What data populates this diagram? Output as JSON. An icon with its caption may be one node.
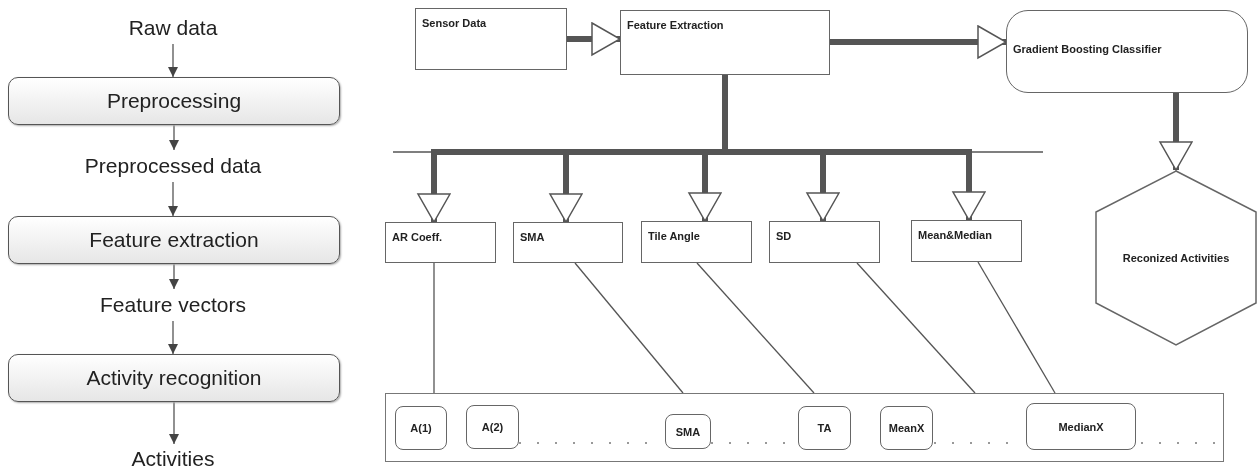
{
  "diagram": {
    "nodes": [
      {
        "text": [
          "Raw data"
        ]
      },
      {
        "text": [
          "Preprocessing"
        ]
      },
      {
        "text": [
          "Preprocessed data"
        ]
      },
      {
        "text": [
          "Feature extraction"
        ]
      },
      {
        "text": [
          "Feature vectors"
        ]
      },
      {
        "text": [
          "Activity recognition"
        ]
      },
      {
        "text": [
          "Activities"
        ]
      },
      {
        "text": [
          "Sensor Data"
        ]
      },
      {
        "text": [
          "Feature Extraction"
        ]
      },
      {
        "text": [
          "Gradient Boosting Classifier"
        ]
      },
      {
        "text": [
          "Reconized Activities"
        ]
      },
      {
        "text": [
          "AR Coeff."
        ]
      },
      {
        "text": [
          "SMA"
        ]
      },
      {
        "text": [
          "Tile Angle"
        ]
      },
      {
        "text": [
          "SD"
        ]
      },
      {
        "text": [
          "Mean&Median"
        ]
      },
      {
        "text": [],
        "shape": "box"
      },
      {
        "text": [
          "A(1)"
        ],
        "in": 16
      },
      {
        "text": [
          "A(2)"
        ],
        "in": 16
      },
      {
        "text": [
          "SMA"
        ],
        "in": 16
      },
      {
        "text": [
          "TA"
        ],
        "in": 16
      },
      {
        "text": [
          "MeanX"
        ],
        "in": 16
      },
      {
        "text": [
          "MedianX"
        ],
        "in": 16
      }
    ],
    "edges": [
      {
        "from": 0,
        "to": 1,
        "arrow": "to"
      },
      {
        "from": 1,
        "to": 2,
        "arrow": "to"
      },
      {
        "from": 2,
        "to": 3,
        "arrow": "to"
      },
      {
        "from": 3,
        "to": 4,
        "arrow": "to"
      },
      {
        "from": 4,
        "to": 5,
        "arrow": "to"
      },
      {
        "from": 5,
        "to": 6,
        "arrow": "to"
      },
      {
        "from": 7,
        "to": 8,
        "arrow": "to",
        "style": "thick"
      },
      {
        "from": 8,
        "to": 9,
        "arrow": "to",
        "style": "thick"
      },
      {
        "from": 9,
        "to": 10,
        "arrow": "to",
        "style": "thick"
      },
      {
        "from": 8,
        "to": 11,
        "arrow": "to",
        "style": "thick"
      },
      {
        "from": 8,
        "to": 12,
        "arrow": "to",
        "style": "thick"
      },
      {
        "from": 8,
        "to": 13,
        "arrow": "to",
        "style": "thick"
      },
      {
        "from": 8,
        "to": 14,
        "arrow": "to",
        "style": "thick"
      },
      {
        "from": 8,
        "to": 15,
        "arrow": "to",
        "style": "thick"
      },
      {
        "from": 11,
        "to": 16,
        "arrow": "none"
      },
      {
        "from": 12,
        "to": 16,
        "arrow": "none"
      },
      {
        "from": 13,
        "to": 16,
        "arrow": "none"
      },
      {
        "from": 14,
        "to": 16,
        "arrow": "none"
      },
      {
        "from": 15,
        "to": 16,
        "arrow": "none"
      }
    ]
  }
}
